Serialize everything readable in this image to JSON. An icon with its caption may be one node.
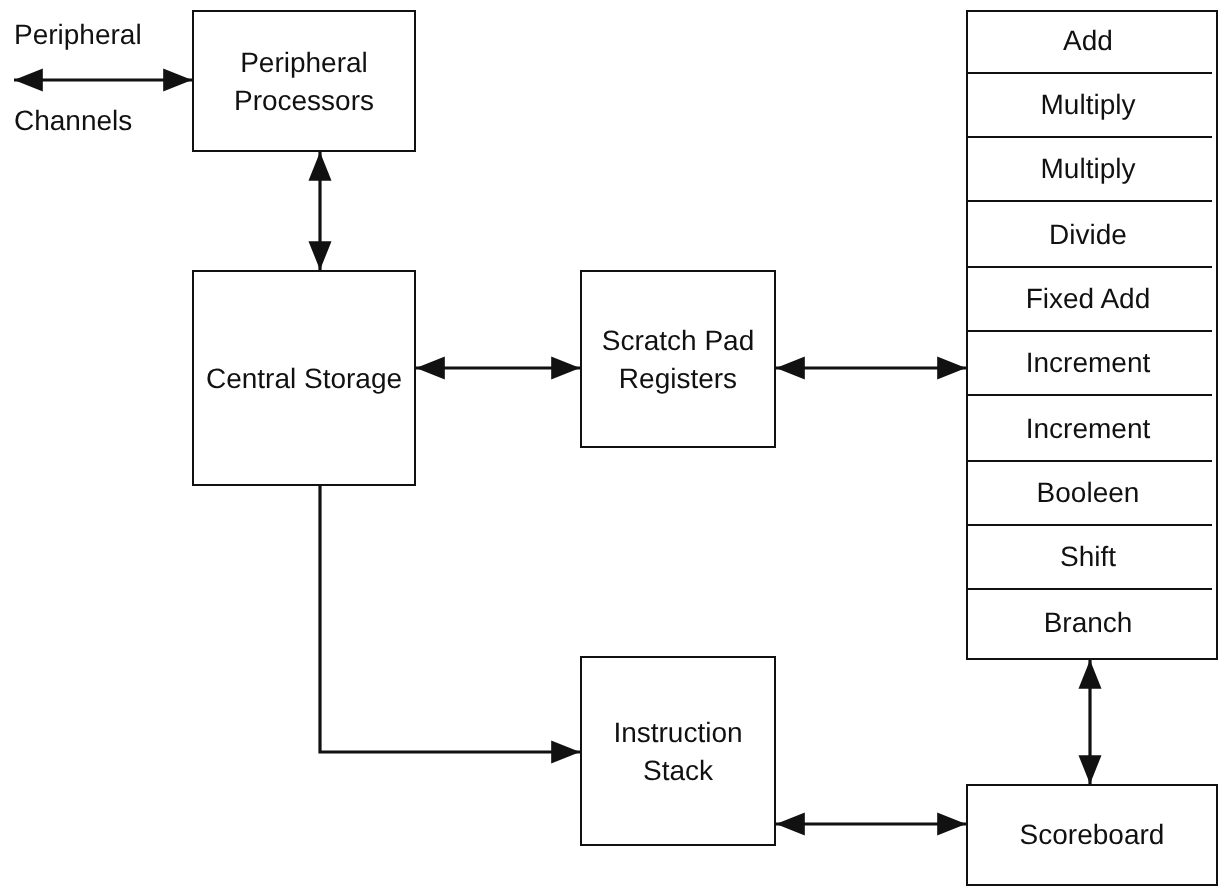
{
  "diagram": {
    "nodes": [
      {
        "text": [
          "Peripheral",
          "Channels"
        ]
      },
      {
        "text": [
          "Peripheral Processors"
        ]
      },
      {
        "text": [
          "Central Storage"
        ]
      },
      {
        "text": [
          "Scratch Pad Registers"
        ]
      },
      {
        "text": [],
        "shape": "box"
      },
      {
        "text": [
          "Add"
        ],
        "in": 4
      },
      {
        "text": [
          "Multiply"
        ],
        "in": 4
      },
      {
        "text": [
          "Multiply"
        ],
        "in": 4
      },
      {
        "text": [
          "Divide"
        ],
        "in": 4
      },
      {
        "text": [
          "Fixed Add"
        ],
        "in": 4
      },
      {
        "text": [
          "Increment"
        ],
        "in": 4
      },
      {
        "text": [
          "Increment"
        ],
        "in": 4
      },
      {
        "text": [
          "Booleen"
        ],
        "in": 4
      },
      {
        "text": [
          "Shift"
        ],
        "in": 4
      },
      {
        "text": [
          "Branch"
        ],
        "in": 4
      },
      {
        "text": [
          "Instruction Stack"
        ]
      },
      {
        "text": [
          "Scoreboard"
        ]
      }
    ],
    "edges": [
      {
        "from": 0,
        "to": 1,
        "arrow": "both"
      },
      {
        "from": 1,
        "to": 2,
        "arrow": "both"
      },
      {
        "from": 2,
        "to": 3,
        "arrow": "both"
      },
      {
        "from": 3,
        "to": 4,
        "arrow": "both"
      },
      {
        "from": 2,
        "to": 15,
        "arrow": "to"
      },
      {
        "from": 4,
        "to": 16,
        "arrow": "both"
      },
      {
        "from": 15,
        "to": 16,
        "arrow": "both"
      }
    ]
  }
}
